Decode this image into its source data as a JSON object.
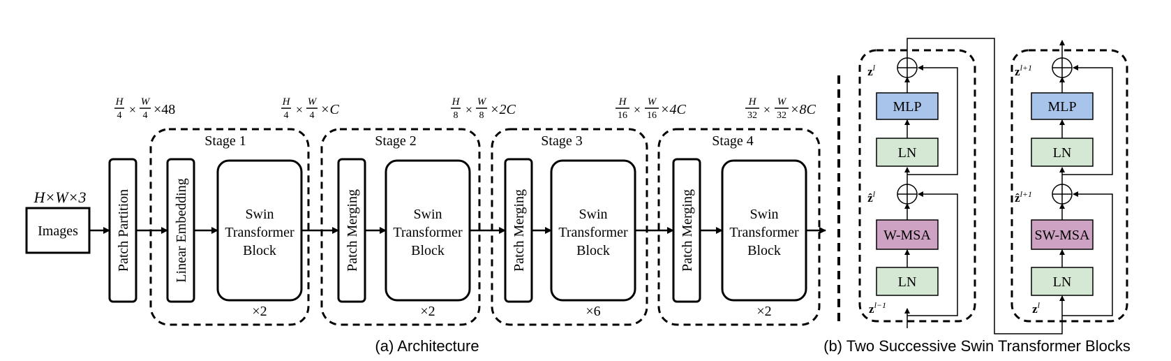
{
  "input": {
    "dims": "H×W×3",
    "label": "Images"
  },
  "patch_partition": "Patch Partition",
  "linear_embedding": "Linear Embedding",
  "patch_merging": "Patch Merging",
  "swin_block": {
    "line1": "Swin",
    "line2": "Transformer",
    "line3": "Block"
  },
  "stages": [
    {
      "name": "Stage 1",
      "repeat": "×2",
      "dims": {
        "h": "H",
        "hd": "4",
        "w": "W",
        "wd": "4",
        "c": "×48"
      }
    },
    {
      "name": "Stage 2",
      "repeat": "×2",
      "dims": {
        "h": "H",
        "hd": "4",
        "w": "W",
        "wd": "4",
        "c": "×C"
      }
    },
    {
      "name": "Stage 3",
      "repeat": "×6",
      "dims": {
        "h": "H",
        "hd": "8",
        "w": "W",
        "wd": "8",
        "c": "×2C"
      }
    },
    {
      "name": "Stage 4",
      "repeat": "×2",
      "dims": {
        "h": "H",
        "hd": "16",
        "w": "W",
        "wd": "16",
        "c": "×4C"
      }
    }
  ],
  "final_dims": {
    "h": "H",
    "hd": "32",
    "w": "W",
    "wd": "32",
    "c": "×8C"
  },
  "caption_a": "(a) Architecture",
  "caption_b": "(b) Two Successive Swin Transformer Blocks",
  "block_a": {
    "mlp": "MLP",
    "ln_top": "LN",
    "attn": "W-MSA",
    "ln_bottom": "LN",
    "out": "z",
    "out_sup": "l",
    "mid": "ẑ",
    "mid_sup": "l",
    "in": "z",
    "in_sup": "l−1"
  },
  "block_b": {
    "mlp": "MLP",
    "ln_top": "LN",
    "attn": "SW-MSA",
    "ln_bottom": "LN",
    "out": "z",
    "out_sup": "l+1",
    "mid": "ẑ",
    "mid_sup": "l+1",
    "in": "z",
    "in_sup": "l"
  },
  "colors": {
    "mlp": "#a9c4ea",
    "ln": "#d5e8d4",
    "msa": "#cda2c3"
  }
}
